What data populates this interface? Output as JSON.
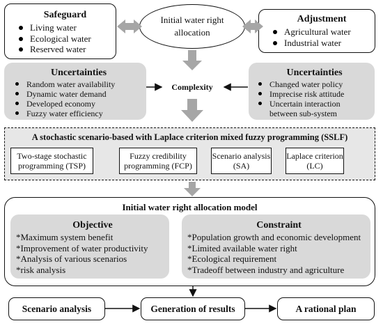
{
  "top": {
    "safeguard": {
      "title": "Safeguard",
      "items": [
        "Living water",
        "Ecological water",
        "Reserved water"
      ]
    },
    "initial": {
      "label": "Initial water right allocation"
    },
    "adjustment": {
      "title": "Adjustment",
      "items": [
        "Agricultural water",
        "Industrial water"
      ]
    }
  },
  "uncertainties_left": {
    "title": "Uncertainties",
    "items": [
      "Random water availability",
      "Dynamic water demand",
      "Developed economy",
      "Fuzzy water efficiency"
    ]
  },
  "complexity": {
    "label": "Complexity"
  },
  "uncertainties_right": {
    "title": "Uncertainties",
    "items": [
      "Changed water policy",
      "Imprecise risk attitude",
      "Uncertain interaction between sub-system"
    ]
  },
  "sslf": {
    "title": "A stochastic scenario-based with Laplace criterion mixed fuzzy programming (SSLF)",
    "methods": [
      "Two-stage stochastic programming (TSP)",
      "Fuzzy credibility programming (FCP)",
      "Scenario analysis (SA)",
      "Laplace criterion (LC)"
    ]
  },
  "model": {
    "title": "Initial water right allocation model",
    "objective": {
      "title": "Objective",
      "items": [
        "*Maximum system benefit",
        "*Improvement of water productivity",
        "*Analysis of various scenarios",
        "*risk analysis"
      ]
    },
    "constraint": {
      "title": "Constraint",
      "items": [
        "*Population growth and economic development",
        "*Limited available water right",
        "*Ecological requirement",
        "*Tradeoff between industry and agriculture"
      ]
    }
  },
  "bottom": {
    "scenario": "Scenario analysis",
    "results": "Generation of results",
    "plan": "A rational plan"
  },
  "colors": {
    "gray_panel": "#d9d9d9",
    "arrow_gray": "#a6a6a6",
    "line": "#111111"
  }
}
